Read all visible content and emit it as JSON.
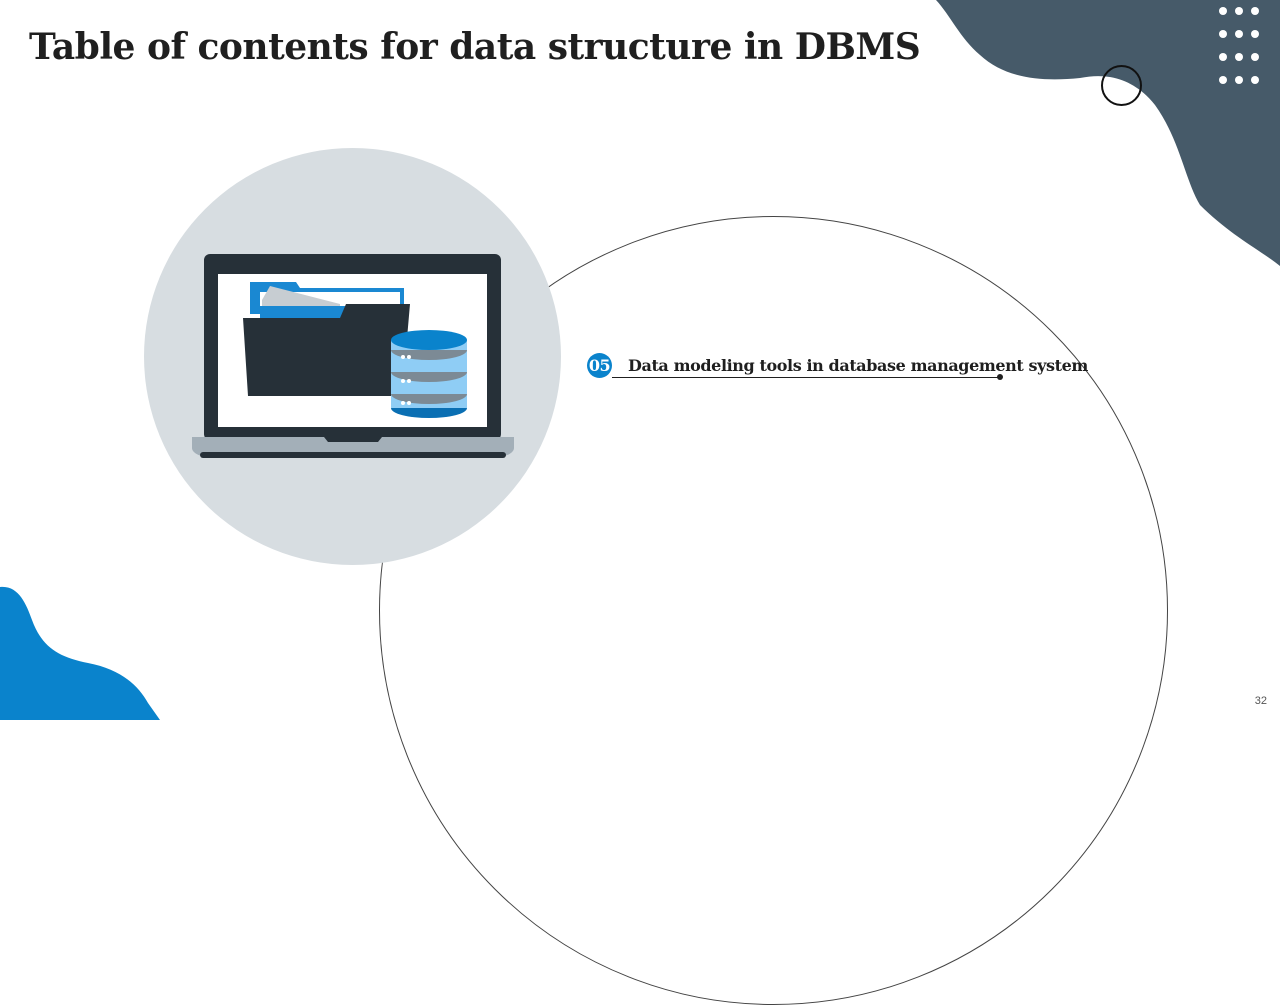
{
  "slide": {
    "title": "Table of contents for data structure in DBMS",
    "page_number": "32"
  },
  "toc": {
    "items": [
      {
        "number": "05",
        "label": "Data modeling tools in database management system"
      }
    ]
  },
  "colors": {
    "accent_blue": "#0a83cc",
    "slate": "#465a69",
    "illustration_bg": "#d7dde1",
    "text": "#1f1f1f"
  },
  "icons": {
    "illustration": "laptop-folder-database-icon",
    "dot_grid": "dot-grid-decoration",
    "ring": "ring-decoration"
  }
}
